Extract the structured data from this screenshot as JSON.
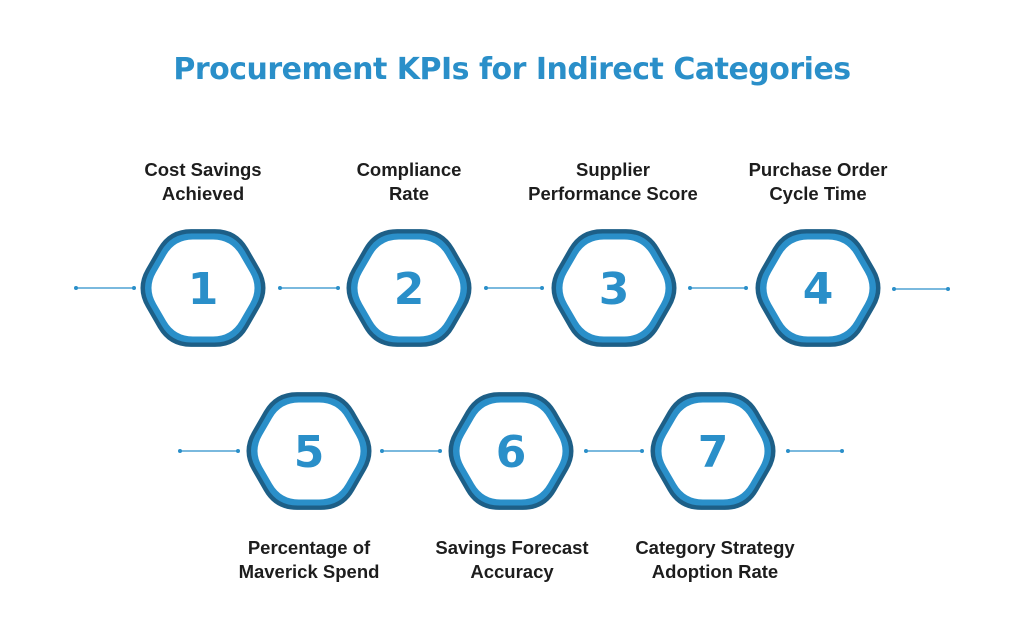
{
  "title": "Procurement KPIs for Indirect Categories",
  "colors": {
    "accent": "#2a8fc9",
    "hex_outer": "#1d5f87",
    "hex_inner": "#ffffff",
    "text": "#1d1d1d"
  },
  "kpis": [
    {
      "number": "1",
      "label_line1": "Cost Savings",
      "label_line2": "Achieved"
    },
    {
      "number": "2",
      "label_line1": "Compliance",
      "label_line2": "Rate"
    },
    {
      "number": "3",
      "label_line1": "Supplier",
      "label_line2": "Performance Score"
    },
    {
      "number": "4",
      "label_line1": "Purchase Order",
      "label_line2": "Cycle Time"
    },
    {
      "number": "5",
      "label_line1": "Percentage of",
      "label_line2": "Maverick Spend"
    },
    {
      "number": "6",
      "label_line1": "Savings Forecast",
      "label_line2": "Accuracy"
    },
    {
      "number": "7",
      "label_line1": "Category Strategy",
      "label_line2": "Adoption Rate"
    }
  ]
}
